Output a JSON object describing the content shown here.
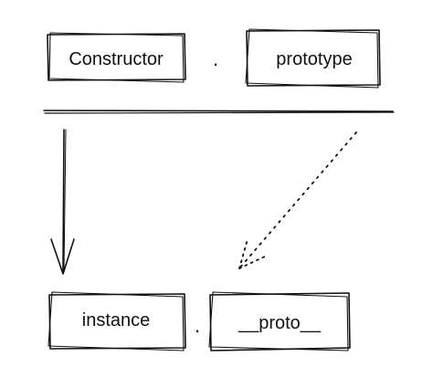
{
  "diagram": {
    "boxes": {
      "constructor": {
        "label": "Constructor"
      },
      "prototype": {
        "label": "prototype"
      },
      "instance": {
        "label": "instance"
      },
      "proto": {
        "label": "__proto__"
      }
    },
    "top_separator": ".",
    "bottom_separator": ".",
    "stroke_color": "#111111",
    "background_color": "#ffffff"
  }
}
